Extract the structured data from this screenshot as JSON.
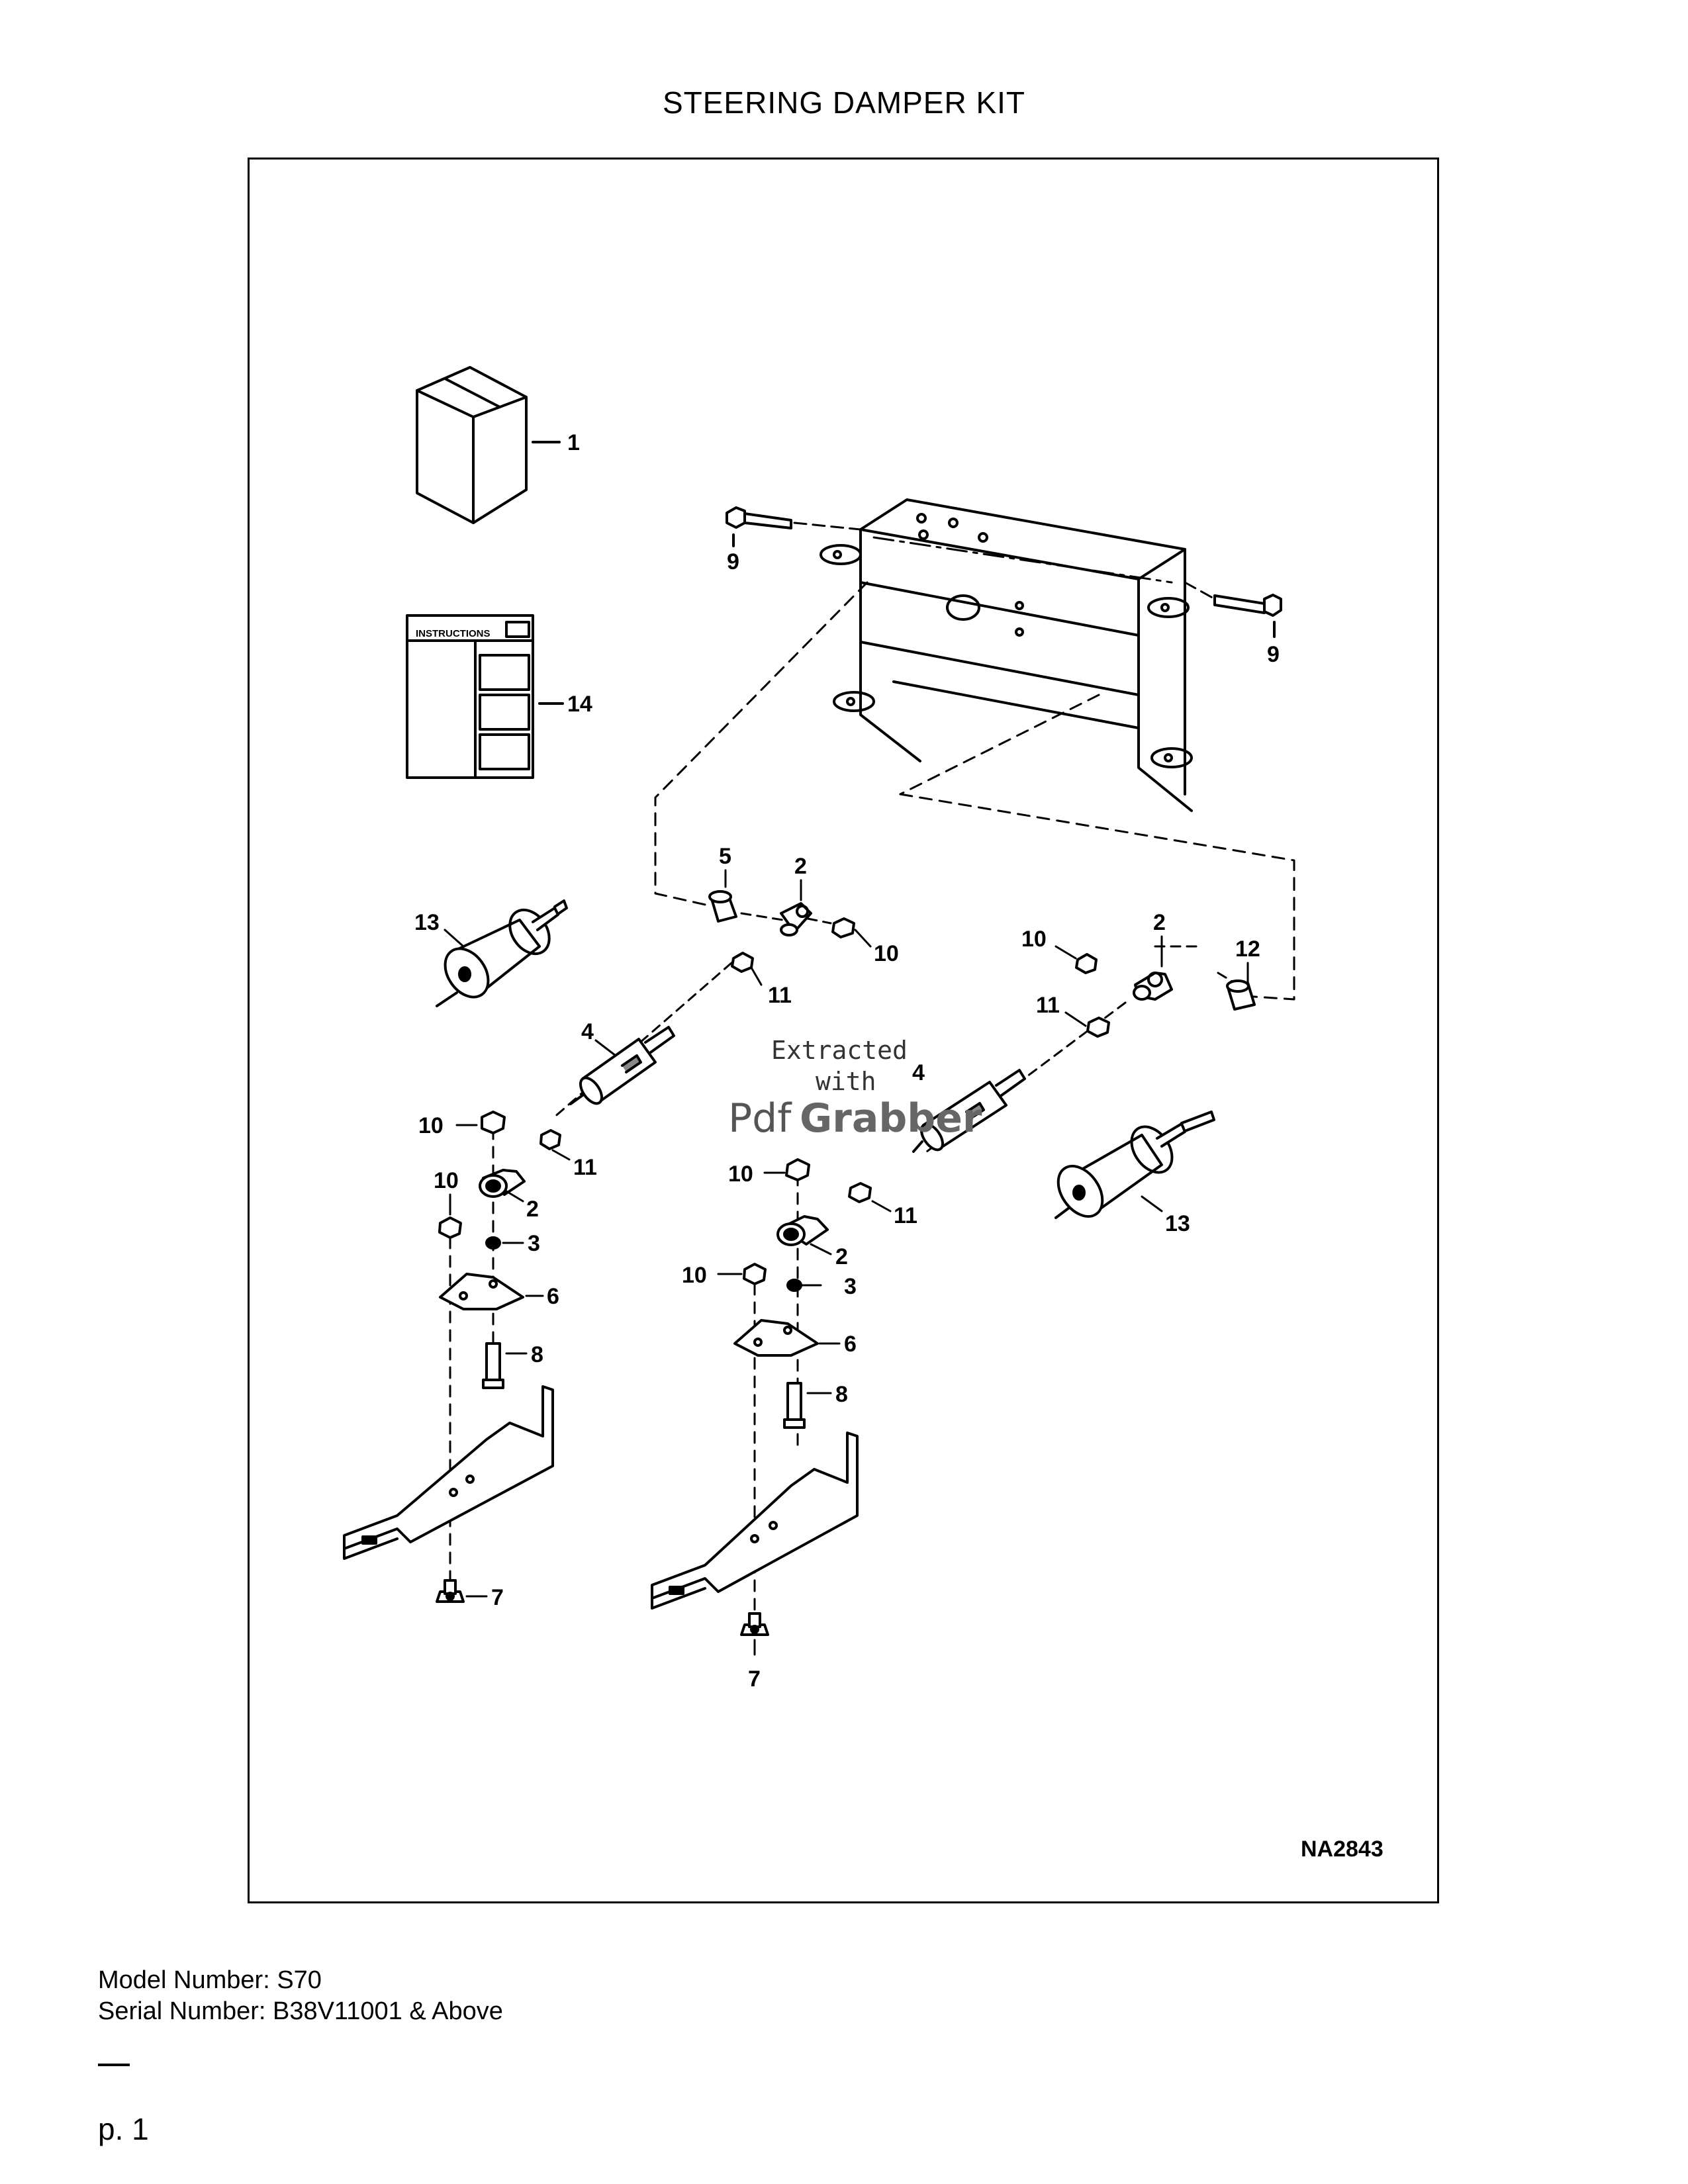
{
  "title": "STEERING DAMPER KIT",
  "figure_id": "NA2843",
  "instructions_label": "INSTRUCTIONS",
  "watermark": {
    "line1": "Extracted",
    "line2": "with",
    "brand_a": "Pdf",
    "brand_b": "Grabber"
  },
  "callouts": {
    "c1": "1",
    "c14": "14",
    "c9a": "9",
    "c9b": "9",
    "c5": "5",
    "c2a": "2",
    "c10a": "10",
    "c11a": "11",
    "c13a": "13",
    "c4a": "4",
    "c10b": "10",
    "c11b": "11",
    "c10c": "10",
    "c2b": "2",
    "c3a": "3",
    "c6a": "6",
    "c8a": "8",
    "c7a": "7",
    "c10d": "10",
    "c2c": "2",
    "c12": "12",
    "c11c": "11",
    "c4b": "4",
    "c10e": "10",
    "c11d": "11",
    "c13b": "13",
    "c10f": "10",
    "c2d": "2",
    "c3b": "3",
    "c6b": "6",
    "c8b": "8",
    "c7b": "7"
  },
  "footer": {
    "model": "Model Number: S70",
    "serial": "Serial Number: B38V11001 & Above",
    "page": "p. 1"
  }
}
